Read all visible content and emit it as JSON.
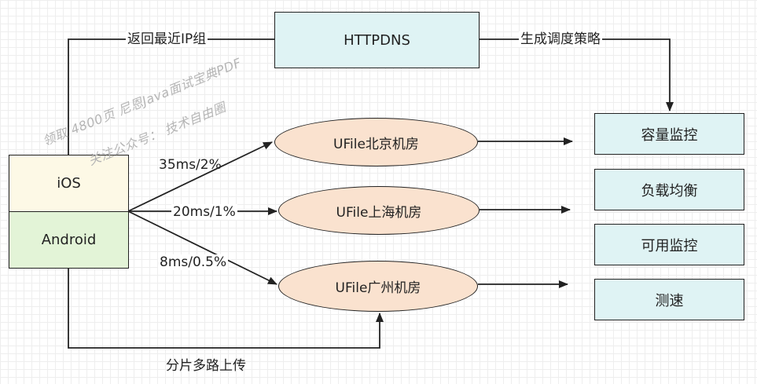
{
  "nodes": {
    "httpdns": "HTTPDNS",
    "ios": "iOS",
    "android": "Android",
    "ufile_beijing": "UFile北京机房",
    "ufile_shanghai": "UFile上海机房",
    "ufile_guangzhou": "UFile广州机房",
    "capacity_monitor": "容量监控",
    "load_balance": "负载均衡",
    "availability_monitor": "可用监控",
    "speed_test": "测速"
  },
  "edges": {
    "return_ip_group": "返回最近IP组",
    "generate_strategy": "生成调度策略",
    "beijing_latency": "35ms/2%",
    "shanghai_latency": "20ms/1%",
    "guangzhou_latency": "8ms/0.5%",
    "multipart_upload": "分片多路上传"
  },
  "watermark": {
    "line1": "领取 4800页 尼恩Java面试宝典PDF",
    "line2": "关注公众号： 技术自由圈"
  },
  "colors": {
    "teal_fill": "#dff3f4",
    "ios_fill": "#fdf9e6",
    "android_fill": "#e3f4d7",
    "ellipse_fill": "#fae2cf",
    "stroke": "#222222"
  }
}
